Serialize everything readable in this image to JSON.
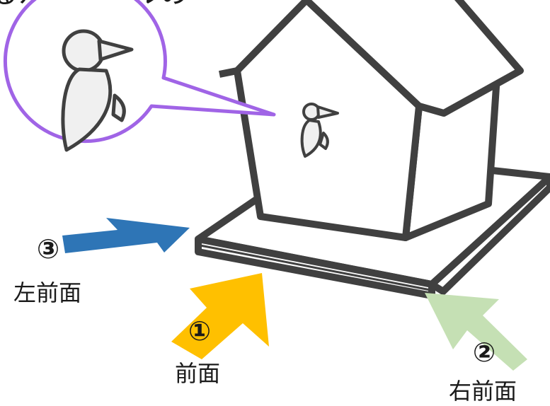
{
  "header": {
    "title_fragment": "るルートイルの"
  },
  "views": [
    {
      "number": "③",
      "label": "左前面",
      "color": "#2e75b6"
    },
    {
      "number": "①",
      "label": "前面",
      "color": "#ffc000"
    },
    {
      "number": "②",
      "label": "右前面",
      "color": "#c5e0b4"
    }
  ],
  "colors": {
    "outline": "#404040",
    "bird_fill": "#f0f0f0",
    "callout": "#a064e6"
  },
  "icons": {
    "bird": "woodpecker-icon",
    "house": "birdhouse-icon"
  }
}
